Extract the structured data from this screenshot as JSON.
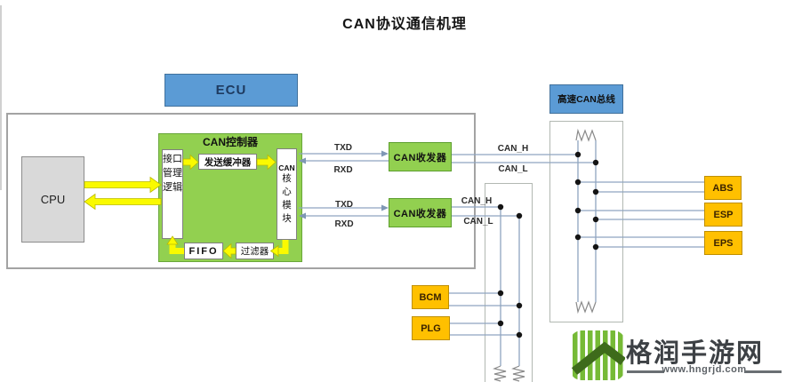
{
  "title": "CAN协议通信机理",
  "ecu": {
    "label": "ECU"
  },
  "cpu": {
    "label": "CPU"
  },
  "controller": {
    "title": "CAN控制器",
    "interface_logic": "接口管理逻辑",
    "tx_buffer": "发送缓冲器",
    "core_prefix": "CAN",
    "core_suffix": "核心模块",
    "fifo": "FIFO",
    "filter": "过滤器"
  },
  "transceiver": {
    "label": "CAN收发器"
  },
  "signals": {
    "txd": "TXD",
    "rxd": "RXD",
    "can_h": "CAN_H",
    "can_l": "CAN_L"
  },
  "bus": {
    "label": "高速CAN总线"
  },
  "nodes": {
    "abs": "ABS",
    "esp": "ESP",
    "eps": "EPS",
    "bcm": "BCM",
    "plg": "PLG"
  },
  "watermark": {
    "site_name": "格润手游网",
    "site_url": "www.hngrjd.com"
  },
  "colors": {
    "module_green": "#92D050",
    "box_blue": "#5B9BD5",
    "node_orange": "#FFC000",
    "arrow_yellow": "#FFFF00",
    "wire_blue_gray": "#8FA5C0",
    "logo_green": "#76BA36"
  }
}
